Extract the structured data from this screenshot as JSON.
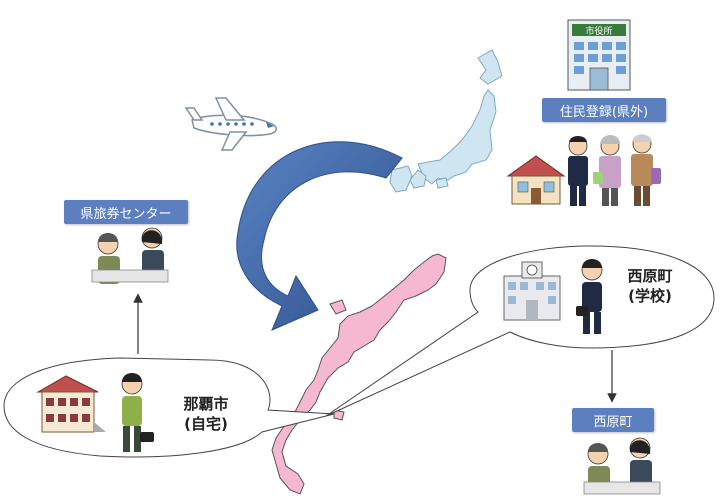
{
  "labels": {
    "prefecture_travel_center": "県旅券センター",
    "resident_registration": "住民登録(県外)",
    "nishihara_office": "西原町",
    "city_hall_sign": "市役所"
  },
  "bubbles": {
    "naha": {
      "line1": "那覇市",
      "line2": "(自宅)"
    },
    "nishihara_school": {
      "line1": "西原町",
      "line2": "(学校)"
    }
  },
  "colors": {
    "label_bg": "#5b7fbf",
    "okinawa_fill": "#f5b8d0",
    "japan_fill": "#cfe6f2",
    "big_arrow": "#3f67a8"
  },
  "icons": [
    "airplane-icon",
    "city-hall-icon",
    "house-icon",
    "family-icon",
    "counter-staff-icon",
    "school-icon",
    "student-icon",
    "businessman-icon"
  ]
}
